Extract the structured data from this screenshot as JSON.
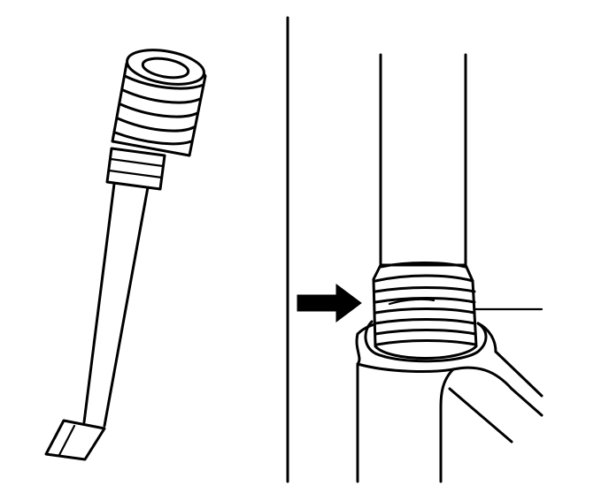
{
  "diagram": {
    "panels": [
      {
        "name": "tool-panel",
        "content": "threaded-tap-tool"
      },
      {
        "name": "installation-panel",
        "content": "threaded-tube-in-socket"
      }
    ],
    "callouts": [
      {
        "name": "direction-arrow",
        "icon": "arrow-right-icon",
        "points_to": "threaded-section"
      },
      {
        "name": "leader-line",
        "points_to": "thread-ridge"
      }
    ],
    "colors": {
      "ink": "#000000",
      "paper": "#ffffff"
    }
  }
}
